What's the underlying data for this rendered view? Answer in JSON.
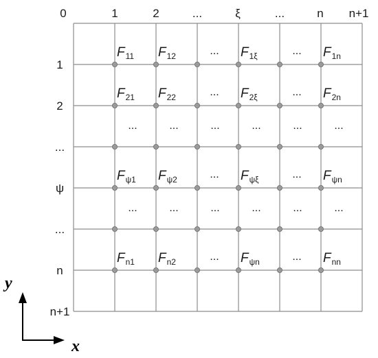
{
  "column_labels": [
    "0",
    "1",
    "2",
    "...",
    "ξ",
    "...",
    "n",
    "n+1"
  ],
  "row_labels": [
    "1",
    "2",
    "...",
    "ψ",
    "...",
    "n",
    "n+1"
  ],
  "cells": [
    [
      {
        "base": "F",
        "sub": "11"
      },
      {
        "base": "F",
        "sub": "12"
      },
      {
        "dots": "..."
      },
      {
        "base": "F",
        "sub": "1ξ"
      },
      {
        "dots": "..."
      },
      {
        "base": "F",
        "sub": "1n"
      }
    ],
    [
      {
        "base": "F",
        "sub": "21"
      },
      {
        "base": "F",
        "sub": "22"
      },
      {
        "dots": "..."
      },
      {
        "base": "F",
        "sub": "2ξ"
      },
      {
        "dots": "..."
      },
      {
        "base": "F",
        "sub": "2n"
      }
    ],
    [
      {
        "dots": "..."
      },
      {
        "dots": "..."
      },
      {
        "dots": "..."
      },
      {
        "dots": "..."
      },
      {
        "dots": "..."
      },
      {
        "dots": "..."
      }
    ],
    [
      {
        "base": "F",
        "sub": "ψ1"
      },
      {
        "base": "F",
        "sub": "ψ2"
      },
      {
        "dots": "..."
      },
      {
        "base": "F",
        "sub": "ψξ"
      },
      {
        "dots": "..."
      },
      {
        "base": "F",
        "sub": "ψn"
      }
    ],
    [
      {
        "dots": "..."
      },
      {
        "dots": "..."
      },
      {
        "dots": "..."
      },
      {
        "dots": "..."
      },
      {
        "dots": "..."
      },
      {
        "dots": "..."
      }
    ],
    [
      {
        "base": "F",
        "sub": "n1"
      },
      {
        "base": "F",
        "sub": "n2"
      },
      {
        "dots": "..."
      },
      {
        "base": "F",
        "sub": "ψn"
      },
      {
        "dots": "..."
      },
      {
        "base": "F",
        "sub": "nn"
      }
    ]
  ],
  "axes": {
    "x_label": "x",
    "y_label": "y"
  },
  "colors": {
    "grid": "#8c8c8c",
    "node": "#9a9a9a",
    "node_stroke": "#6e6e6e",
    "text": "#1a1a1a",
    "axis": "#000000"
  }
}
